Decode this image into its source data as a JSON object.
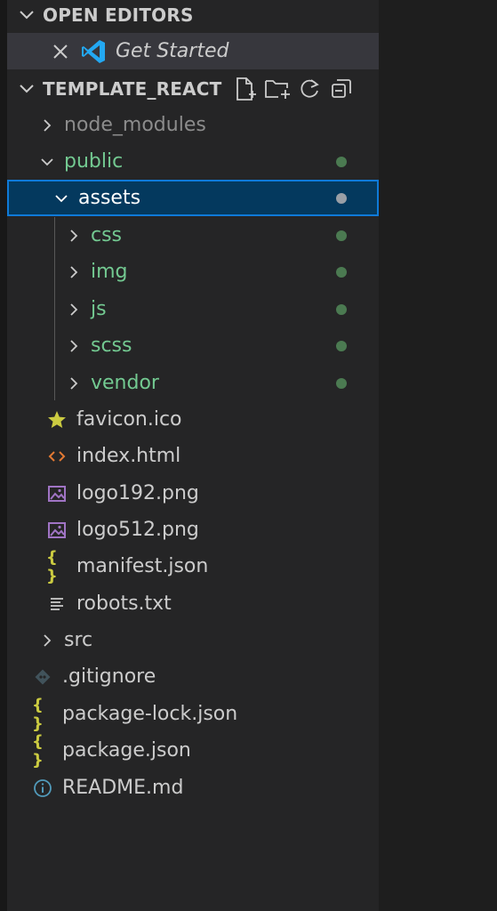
{
  "sections": {
    "open_editors": "OPEN EDITORS",
    "project": "TEMPLATE_REACT"
  },
  "open_editors": [
    {
      "label": "Get Started"
    }
  ],
  "tree": [
    {
      "label": "node_modules",
      "kind": "folder",
      "state": "collapsed",
      "depth": 1,
      "color": "muted",
      "dot": false
    },
    {
      "label": "public",
      "kind": "folder",
      "state": "expanded",
      "depth": 1,
      "color": "green",
      "dot": true
    },
    {
      "label": "assets",
      "kind": "folder",
      "state": "expanded",
      "depth": 2,
      "color": "white",
      "dot": true,
      "selected": true
    },
    {
      "label": "css",
      "kind": "folder",
      "state": "collapsed",
      "depth": 3,
      "color": "green",
      "dot": true
    },
    {
      "label": "img",
      "kind": "folder",
      "state": "collapsed",
      "depth": 3,
      "color": "green",
      "dot": true
    },
    {
      "label": "js",
      "kind": "folder",
      "state": "collapsed",
      "depth": 3,
      "color": "green",
      "dot": true
    },
    {
      "label": "scss",
      "kind": "folder",
      "state": "collapsed",
      "depth": 3,
      "color": "green",
      "dot": true
    },
    {
      "label": "vendor",
      "kind": "folder",
      "state": "collapsed",
      "depth": 3,
      "color": "green",
      "dot": true
    },
    {
      "label": "favicon.ico",
      "kind": "file",
      "icon": "star-icon",
      "depth": 2,
      "color": "white"
    },
    {
      "label": "index.html",
      "kind": "file",
      "icon": "html-icon",
      "depth": 2,
      "color": "white"
    },
    {
      "label": "logo192.png",
      "kind": "file",
      "icon": "image-icon",
      "depth": 2,
      "color": "white"
    },
    {
      "label": "logo512.png",
      "kind": "file",
      "icon": "image-icon",
      "depth": 2,
      "color": "white"
    },
    {
      "label": "manifest.json",
      "kind": "file",
      "icon": "json-icon",
      "depth": 2,
      "color": "white"
    },
    {
      "label": "robots.txt",
      "kind": "file",
      "icon": "text-icon",
      "depth": 2,
      "color": "white"
    },
    {
      "label": "src",
      "kind": "folder",
      "state": "collapsed",
      "depth": 1,
      "color": "white",
      "dot": false
    },
    {
      "label": ".gitignore",
      "kind": "file",
      "icon": "git-icon",
      "depth": 1,
      "color": "white"
    },
    {
      "label": "package-lock.json",
      "kind": "file",
      "icon": "json-icon",
      "depth": 1,
      "color": "white"
    },
    {
      "label": "package.json",
      "kind": "file",
      "icon": "json-icon",
      "depth": 1,
      "color": "white"
    },
    {
      "label": "README.md",
      "kind": "file",
      "icon": "info-icon",
      "depth": 1,
      "color": "white"
    }
  ],
  "colors": {
    "sidebar_bg": "#252526",
    "selected_bg": "#04395e",
    "selected_border": "#0f7ad8",
    "git_untracked": "#73c991",
    "accent_blue": "#23a8f2"
  }
}
